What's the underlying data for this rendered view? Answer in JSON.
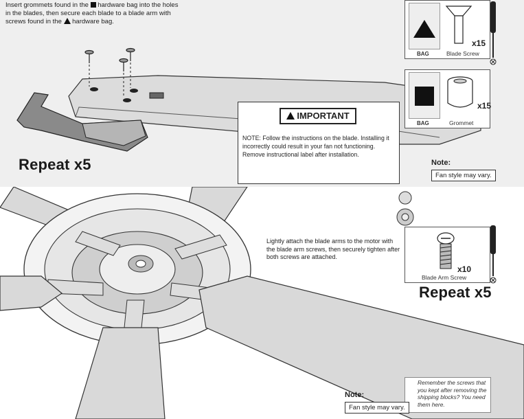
{
  "top_panel": {
    "instruction": {
      "part1": "Insert grommets found in the",
      "part2": "hardware bag into the holes in the blades, then secure each blade to a blade arm with screws found in the",
      "part3": "hardware bag."
    },
    "repeat": "Repeat x5",
    "important": {
      "title": "IMPORTANT",
      "text": "NOTE: Follow the instructions on the blade. Installing it incorrectly could result in your fan not functioning. Remove instructional label after installation."
    },
    "note": {
      "label": "Note:",
      "text": "Fan style may vary."
    },
    "hardware": [
      {
        "bag_label": "BAG",
        "part_name": "Blade Screw",
        "quantity": "x15",
        "bag_symbol": "triangle"
      },
      {
        "bag_label": "BAG",
        "part_name": "Grommet",
        "quantity": "x15",
        "bag_symbol": "square"
      }
    ]
  },
  "bottom_panel": {
    "instruction": "Lightly attach the blade arms to the motor with the blade arm screws, then securely tighten after both screws are attached.",
    "remember": "Remember the screws that you kept after removing the shipping blocks? You need them here.",
    "hardware": {
      "part_name": "Blade Arm Screw",
      "quantity": "x10"
    },
    "repeat": "Repeat x5",
    "note": {
      "label": "Note:",
      "text": "Fan style may vary."
    }
  },
  "colors": {
    "panel_bg": "#efefef",
    "blade_fill": "#d9d9d9",
    "outline": "#333333"
  }
}
